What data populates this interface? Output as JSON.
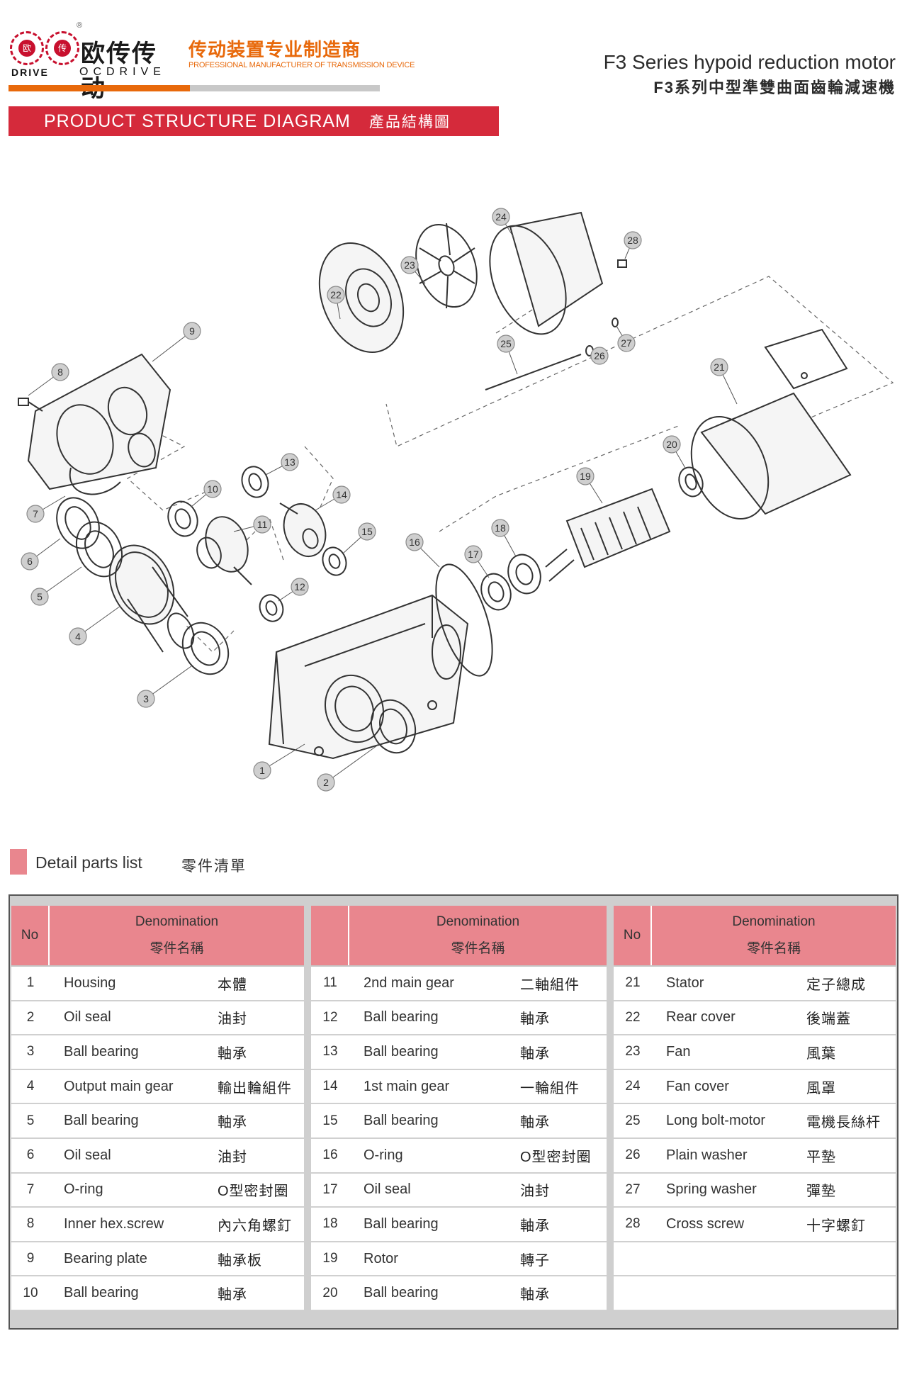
{
  "header": {
    "logo_cn": "欧传传动",
    "logo_en_left": "DRIVE",
    "logo_en_right": "OCDRIVE",
    "logo_mark_1": "欧",
    "logo_mark_2": "传",
    "logo_reg": "®",
    "slogan_cn": "传动装置专业制造商",
    "slogan_en": "PROFESSIONAL MANUFACTURER OF TRANSMISSION DEVICE",
    "title_en": "F3 Series hypoid reduction motor",
    "title_cn": "F3系列中型準雙曲面齒輪減速機",
    "accent_color": "#e8690b",
    "band_color": "#d52a3b"
  },
  "section": {
    "title_en": "PRODUCT STRUCTURE DIAGRAM",
    "title_cn": "產品結構圖"
  },
  "diagram": {
    "callouts": [
      "1",
      "2",
      "3",
      "4",
      "5",
      "6",
      "7",
      "8",
      "9",
      "10",
      "11",
      "12",
      "13",
      "14",
      "15",
      "16",
      "17",
      "18",
      "19",
      "20",
      "21",
      "22",
      "23",
      "24",
      "25",
      "26",
      "27",
      "28"
    ]
  },
  "detail": {
    "title_en": "Detail parts list",
    "title_cn": "零件清單",
    "swatch_color": "#e9868e"
  },
  "table": {
    "headers": [
      {
        "no": "No",
        "den_en": "Denomination",
        "den_cn": "零件名稱"
      },
      {
        "no": "",
        "den_en": "Denomination",
        "den_cn": "零件名稱"
      },
      {
        "no": "No",
        "den_en": "Denomination",
        "den_cn": "零件名稱"
      }
    ],
    "col1": [
      {
        "no": "1",
        "en": "Housing",
        "cn": "本體"
      },
      {
        "no": "2",
        "en": "Oil seal",
        "cn": "油封"
      },
      {
        "no": "3",
        "en": "Ball bearing",
        "cn": "軸承"
      },
      {
        "no": "4",
        "en": "Output main gear",
        "cn": "輸出輪組件"
      },
      {
        "no": "5",
        "en": "Ball bearing",
        "cn": "軸承"
      },
      {
        "no": "6",
        "en": "Oil seal",
        "cn": "油封"
      },
      {
        "no": "7",
        "en": "O-ring",
        "cn": "O型密封圈"
      },
      {
        "no": "8",
        "en": "Inner hex.screw",
        "cn": "內六角螺釘"
      },
      {
        "no": "9",
        "en": "Bearing plate",
        "cn": "軸承板"
      },
      {
        "no": "10",
        "en": "Ball bearing",
        "cn": "軸承"
      }
    ],
    "col2": [
      {
        "no": "11",
        "en": "2nd main gear",
        "cn": "二軸組件"
      },
      {
        "no": "12",
        "en": "Ball bearing",
        "cn": "軸承"
      },
      {
        "no": "13",
        "en": "Ball bearing",
        "cn": "軸承"
      },
      {
        "no": "14",
        "en": "1st main gear",
        "cn": "一輪組件"
      },
      {
        "no": "15",
        "en": "Ball bearing",
        "cn": "軸承"
      },
      {
        "no": "16",
        "en": "O-ring",
        "cn": "O型密封圈"
      },
      {
        "no": "17",
        "en": "Oil seal",
        "cn": "油封"
      },
      {
        "no": "18",
        "en": "Ball bearing",
        "cn": "軸承"
      },
      {
        "no": "19",
        "en": "Rotor",
        "cn": "轉子"
      },
      {
        "no": "20",
        "en": "Ball bearing",
        "cn": "軸承"
      }
    ],
    "col3": [
      {
        "no": "21",
        "en": "Stator",
        "cn": "定子總成"
      },
      {
        "no": "22",
        "en": "Rear cover",
        "cn": "後端蓋"
      },
      {
        "no": "23",
        "en": "Fan",
        "cn": "風葉"
      },
      {
        "no": "24",
        "en": "Fan cover",
        "cn": "風罩"
      },
      {
        "no": "25",
        "en": "Long bolt-motor",
        "cn": "電機長絲杆"
      },
      {
        "no": "26",
        "en": "Plain washer",
        "cn": "平墊"
      },
      {
        "no": "27",
        "en": "Spring washer",
        "cn": "彈墊"
      },
      {
        "no": "28",
        "en": "Cross screw",
        "cn": "十字螺釘"
      },
      {
        "no": "",
        "en": "",
        "cn": ""
      },
      {
        "no": "",
        "en": "",
        "cn": ""
      }
    ]
  }
}
